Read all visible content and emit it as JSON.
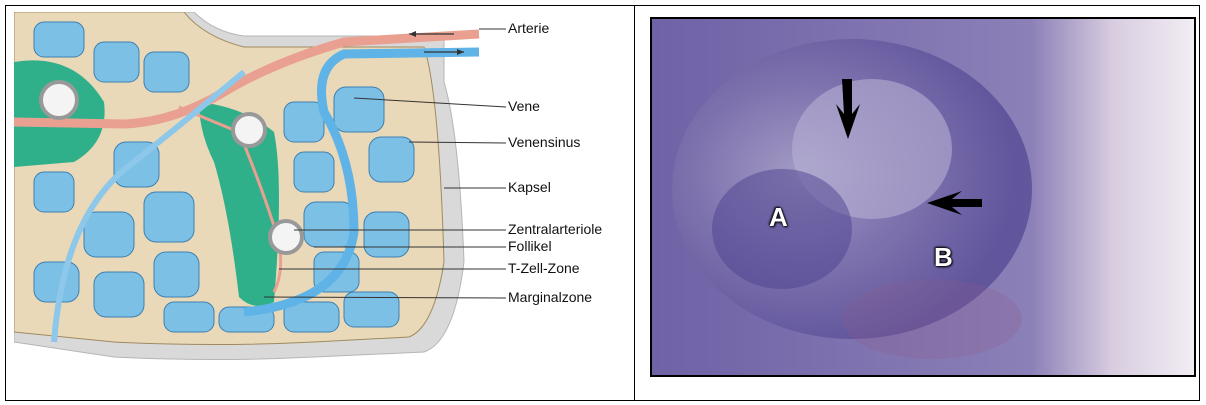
{
  "diagram": {
    "labels": {
      "arterie": "Arterie",
      "vene": "Vene",
      "venensinus": "Venensinus",
      "kapsel": "Kapsel",
      "zentralarteriole": "Zentralarteriole",
      "follikel": "Follikel",
      "tzellzone": "T-Zell-Zone",
      "marginalzone": "Marginalzone"
    },
    "colors": {
      "artery": "#e9a090",
      "vein": "#5fb3e6",
      "sinus_fill": "#6bb3dd",
      "capsule": "#e8d7b5",
      "follicle": "#2fb08a",
      "pulp_gray": "#c9c9c9"
    }
  },
  "micrograph": {
    "markers": {
      "a": "A",
      "b": "B"
    },
    "arrow_icons": [
      "arrow-down-icon",
      "arrow-left-icon"
    ]
  }
}
